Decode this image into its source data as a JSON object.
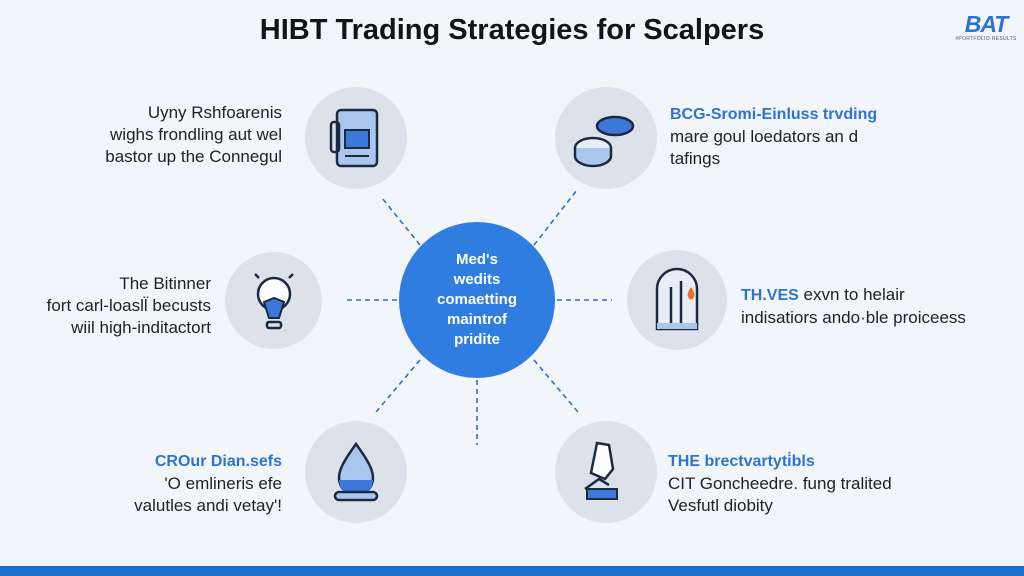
{
  "title": "HIBT Trading Strategies for Scalpers",
  "logo": {
    "mark": "BAT",
    "sub": "#PORTFOLIO·RESULTS"
  },
  "center": {
    "lines": [
      "Med's",
      "wedits",
      "comaetting",
      "maintrof",
      "pridite"
    ]
  },
  "colors": {
    "accent": "#2f7de0",
    "bar": "#1f6fd0"
  },
  "items": [
    {
      "icon": "document-icon",
      "lines": [
        "Uyny Rshfoarenis",
        "wighs frondling aut wel",
        "bastor up the Connegul"
      ]
    },
    {
      "icon": "lightbulb-icon",
      "lines": [
        "The Bitinner",
        "fort carl-loasll̈ becusts",
        "wiil high-inditactort"
      ]
    },
    {
      "icon": "droplet-icon",
      "heading": "CROur Dian.sefs",
      "lines": [
        "'O emlineris efe",
        "valutles andi vetay'!"
      ]
    },
    {
      "icon": "coins-icon",
      "heading": "BCG-Sromi-Einluss trvding",
      "lines": [
        "mare goul loedators an d",
        "tafings"
      ]
    },
    {
      "icon": "chart-jar-icon",
      "heading": "TH.VES",
      "lines": [
        "exvn to helair",
        "indisatiors ando·ble proiceess"
      ]
    },
    {
      "icon": "analyst-icon",
      "heading": "THE brectvartyti̇bls",
      "lines": [
        "CIT Goncheedre. fung tralited",
        "Vesfutl diobity"
      ]
    }
  ]
}
